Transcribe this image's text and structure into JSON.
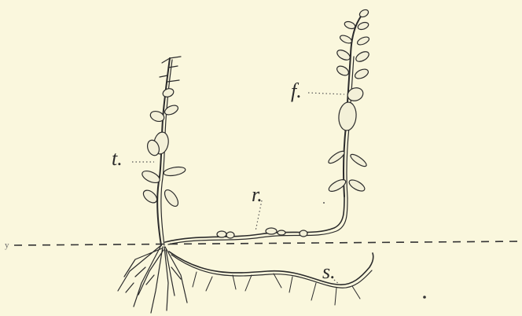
{
  "labels": {
    "t": "t.",
    "f": "f.",
    "r": "r.",
    "s": "s.",
    "ground": "y"
  },
  "colors": {
    "paper": "#faf7dd",
    "ink": "#2b2b2b"
  }
}
